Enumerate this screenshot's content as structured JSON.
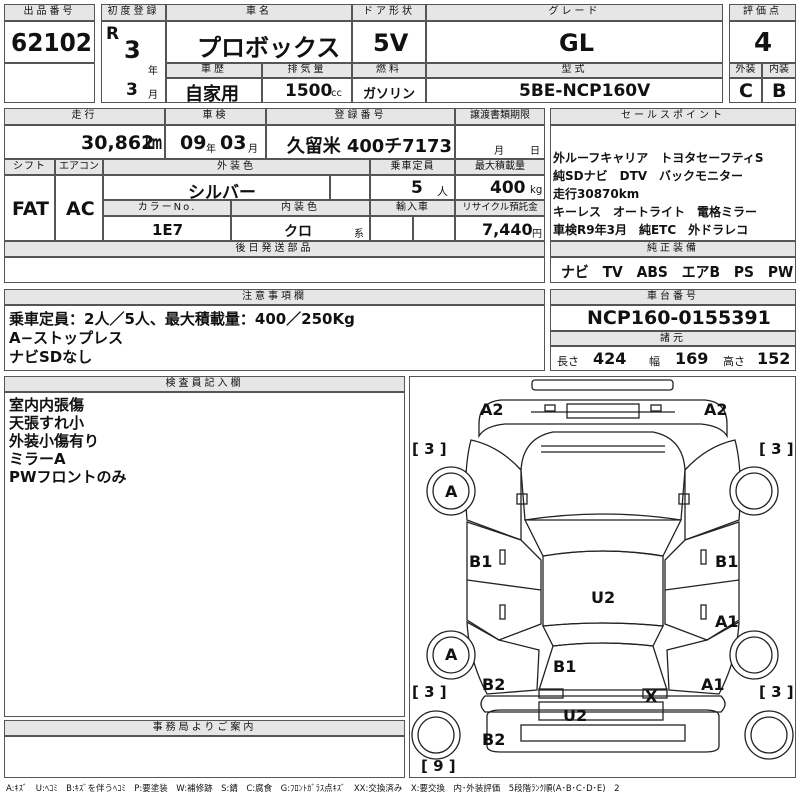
{
  "headers": {
    "lot_no": "出品番号",
    "first_reg": "初度登録",
    "car_name": "車名",
    "door": "ドア形状",
    "grade": "グレード",
    "score": "評価点",
    "history": "車歴",
    "displacement": "排気量",
    "fuel": "燃料",
    "model": "型式",
    "exterior": "外装",
    "interior": "内装",
    "mileage": "走行",
    "inspection": "車検",
    "reg_no": "登録番号",
    "transfer": "譲渡書類期限",
    "sales_point": "セールスポイント",
    "shift": "シフト",
    "aircon": "エアコン",
    "ext_color": "外装色",
    "capacity": "乗車定員",
    "max_load": "最大積載量",
    "color_no": "カラーNo.",
    "int_color": "内装色",
    "import": "輸入車",
    "recycle": "リサイクル預託金",
    "later_parts": "後日発送部品",
    "genuine": "純正装備",
    "caution": "注意事項欄",
    "chassis": "車台番号",
    "dimensions": "諸元",
    "inspector": "検査員記入欄",
    "office": "事務局よりご案内"
  },
  "lot_no": "62102",
  "first_reg": {
    "era": "R",
    "year": "3",
    "year_unit": "年",
    "month": "3",
    "month_unit": "月"
  },
  "car_name": "プロボックス",
  "door": "5V",
  "grade": "GL",
  "score": "4",
  "history": "自家用",
  "displacement": "1500",
  "displacement_unit": "cc",
  "fuel": "ガソリン",
  "model": "5BE-NCP160V",
  "exterior_grade": "C",
  "interior_grade": "B",
  "mileage": "30,862",
  "mileage_unit": "km",
  "inspection": {
    "year": "09",
    "year_unit": "年",
    "month": "03",
    "month_unit": "月"
  },
  "reg_no": "久留米 400チ7173",
  "transfer": {
    "month_unit": "月",
    "day_unit": "日"
  },
  "sales_points": [
    "外ルーフキャリア　トヨタセーフティS",
    "純SDナビ　DTV　バックモニター",
    "走行30870km",
    "キーレス　オートライト　電格ミラー",
    "車検R9年3月　純ETC　外ドラレコ"
  ],
  "shift": "FAT",
  "aircon": "AC",
  "ext_color": "シルバー",
  "capacity": "5",
  "capacity_unit": "人",
  "max_load": "400",
  "max_load_unit": "kg",
  "color_no": "1E7",
  "int_color": "クロ",
  "int_color_suffix": "系",
  "recycle": "7,440",
  "recycle_unit": "円",
  "genuine": "ナビ　TV　ABS　エアB　PS　PW",
  "caution_lines": [
    "乗車定員：2人／5人、最大積載量：400／250Kg",
    "A−ストップレス",
    "ナビSDなし"
  ],
  "chassis": "NCP160-0155391",
  "dims": {
    "length_label": "長さ",
    "length": "424",
    "width_label": "幅",
    "width": "169",
    "height_label": "高さ",
    "height": "152"
  },
  "inspector_lines": [
    "室内内張傷",
    "天張すれ小",
    "外装小傷有り",
    "ミラーA",
    "PWフロントのみ"
  ],
  "diagram_marks": {
    "a2_left": "A2",
    "a2_right": "A2",
    "br3_tl": "[ 3 ]",
    "br3_tr": "[ 3 ]",
    "a_front": "A",
    "b1_left": "B1",
    "b1_right": "B1",
    "u2_roof": "U2",
    "a1_right": "A1",
    "a_rear": "A",
    "b1_rear": "B1",
    "br3_bl": "[ 3 ]",
    "b2_left": "B2",
    "x_rear": "X",
    "a1_rear": "A1",
    "br3_br": "[ 3 ]",
    "u2_bottom": "U2",
    "b2_bottom": "B2",
    "br9": "[ 9 ]"
  },
  "legend": "A:ｷｽﾞ　U:ﾍｺﾐ　B:ｷｽﾞを伴うﾍｺﾐ　P:要塗装　W:補修跡　S:錆　C:腐食　G:ﾌﾛﾝﾄｶﾞﾗｽ点ｷｽﾞ　XX:交換済み　X:要交換　内･外装評価　5段階ﾗﾝｸ順(A･B･C･D･E)　2"
}
